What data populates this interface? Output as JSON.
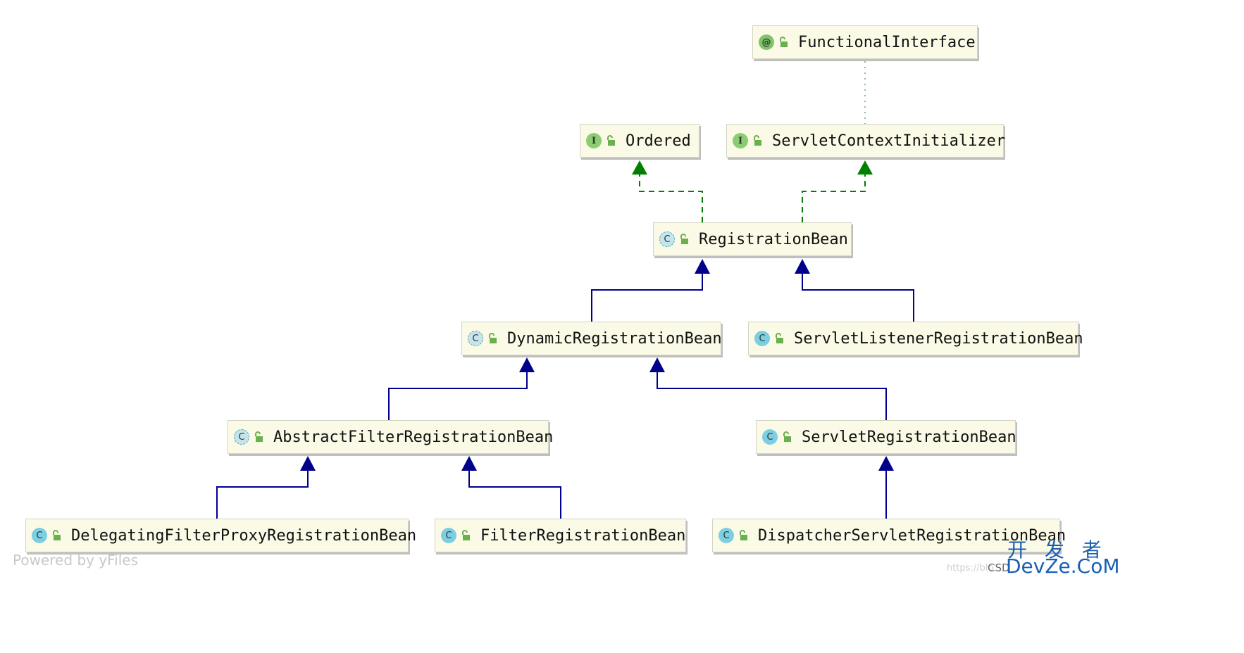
{
  "diagram": {
    "nodes": [
      {
        "id": "functional-interface",
        "kind": "annotation",
        "badge": "@",
        "label": "FunctionalInterface"
      },
      {
        "id": "ordered",
        "kind": "interface",
        "badge": "I",
        "label": "Ordered"
      },
      {
        "id": "servlet-context-initializer",
        "kind": "interface",
        "badge": "I",
        "label": "ServletContextInitializer"
      },
      {
        "id": "registration-bean",
        "kind": "abstract",
        "badge": "C",
        "label": "RegistrationBean"
      },
      {
        "id": "dynamic-registration-bean",
        "kind": "abstract",
        "badge": "C",
        "label": "DynamicRegistrationBean"
      },
      {
        "id": "servlet-listener-registration-bean",
        "kind": "class",
        "badge": "C",
        "label": "ServletListenerRegistrationBean"
      },
      {
        "id": "abstract-filter-registration-bean",
        "kind": "abstract",
        "badge": "C",
        "label": "AbstractFilterRegistrationBean"
      },
      {
        "id": "servlet-registration-bean",
        "kind": "class",
        "badge": "C",
        "label": "ServletRegistrationBean"
      },
      {
        "id": "delegating-filter-proxy-registration-bean",
        "kind": "class",
        "badge": "C",
        "label": "DelegatingFilterProxyRegistrationBean"
      },
      {
        "id": "filter-registration-bean",
        "kind": "class",
        "badge": "C",
        "label": "FilterRegistrationBean"
      },
      {
        "id": "dispatcher-servlet-registration-bean",
        "kind": "class",
        "badge": "C",
        "label": "DispatcherServletRegistrationBean"
      }
    ],
    "edges": [
      {
        "from": "servlet-context-initializer",
        "to": "functional-interface",
        "type": "annotated"
      },
      {
        "from": "registration-bean",
        "to": "ordered",
        "type": "implements"
      },
      {
        "from": "registration-bean",
        "to": "servlet-context-initializer",
        "type": "implements"
      },
      {
        "from": "dynamic-registration-bean",
        "to": "registration-bean",
        "type": "extends"
      },
      {
        "from": "servlet-listener-registration-bean",
        "to": "registration-bean",
        "type": "extends"
      },
      {
        "from": "abstract-filter-registration-bean",
        "to": "dynamic-registration-bean",
        "type": "extends"
      },
      {
        "from": "servlet-registration-bean",
        "to": "dynamic-registration-bean",
        "type": "extends"
      },
      {
        "from": "delegating-filter-proxy-registration-bean",
        "to": "abstract-filter-registration-bean",
        "type": "extends"
      },
      {
        "from": "filter-registration-bean",
        "to": "abstract-filter-registration-bean",
        "type": "extends"
      },
      {
        "from": "dispatcher-servlet-registration-bean",
        "to": "servlet-registration-bean",
        "type": "extends"
      }
    ],
    "colors": {
      "extends": "#00008b",
      "implements": "#008000",
      "annotated": "#66aa66"
    }
  },
  "watermarks": {
    "powered_by": "Powered by yFiles",
    "url_fragment": "https://blo",
    "csdn": "CSD",
    "site_cn": "开 发 者",
    "site_brand": "DevZe.CoM"
  }
}
